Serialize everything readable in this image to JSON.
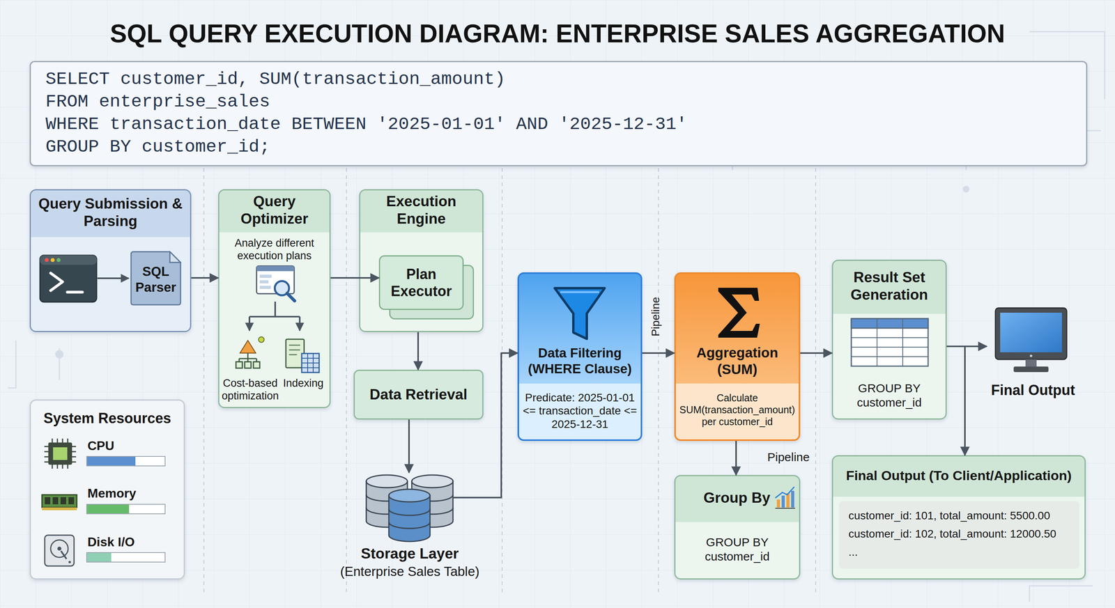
{
  "diagram": {
    "title": "SQL QUERY EXECUTION DIAGRAM: ENTERPRISE SALES AGGREGATION",
    "nodes": [
      {
        "text": [
          "SELECT customer_id, SUM(transaction_amount)",
          "FROM enterprise_sales",
          "WHERE transaction_date BETWEEN '2025-01-01' AND '2025-12-31'",
          "GROUP BY customer_id;"
        ]
      },
      {
        "text": [
          "Query Submission & Parsing"
        ]
      },
      {
        "text": [
          "SQL Parser"
        ],
        "in": 1
      },
      {
        "text": [
          "Query Optimizer",
          "Analyze different execution plans",
          "Cost-based optimization",
          "Indexing"
        ]
      },
      {
        "text": [
          "Execution Engine"
        ]
      },
      {
        "text": [
          "Plan Executor"
        ],
        "in": 4
      },
      {
        "text": [
          "Data Retrieval"
        ]
      },
      {
        "text": [
          "Storage Layer",
          "(Enterprise Sales Table)"
        ]
      },
      {
        "text": [
          "Data Filtering (WHERE Clause)",
          "Predicate: 2025-01-01 <= transaction_date <= 2025-12-31"
        ]
      },
      {
        "text": [
          "Aggregation (SUM)",
          "Calculate SUM(transaction_amount) per customer_id"
        ]
      },
      {
        "text": [
          "Group By",
          "GROUP BY customer_id"
        ]
      },
      {
        "text": [
          "Result Set Generation",
          "GROUP BY customer_id"
        ]
      },
      {
        "text": [
          "Final Output"
        ]
      },
      {
        "text": [
          "Final Output (To Client/Application)"
        ]
      },
      {
        "text": [
          "customer_id: 101, total_amount: 5500.00",
          "customer_id: 102, total_amount: 12000.50",
          "..."
        ],
        "in": 13
      },
      {
        "text": [
          "System Resources",
          "CPU",
          "Memory",
          "Disk I/O"
        ]
      }
    ],
    "edges": [
      {
        "from": 1,
        "to": 3,
        "arrow": "to"
      },
      {
        "from": 3,
        "to": 5,
        "arrow": "to"
      },
      {
        "from": 4,
        "to": 6,
        "arrow": "to"
      },
      {
        "from": 6,
        "to": 7,
        "arrow": "to"
      },
      {
        "from": 7,
        "to": 8,
        "arrow": "to"
      },
      {
        "from": 8,
        "to": 9,
        "label": "Pipeline",
        "arrow": "to"
      },
      {
        "from": 9,
        "to": 10,
        "label": "Pipeline",
        "arrow": "to"
      },
      {
        "from": 9,
        "to": 11,
        "arrow": "to"
      },
      {
        "from": 11,
        "to": 12,
        "arrow": "to"
      },
      {
        "from": 11,
        "to": 13,
        "arrow": "to"
      }
    ]
  }
}
